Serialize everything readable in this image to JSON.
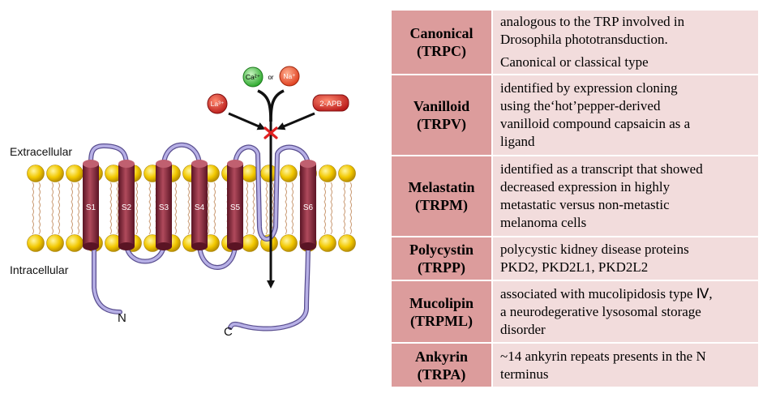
{
  "diagram": {
    "labels": {
      "extracellular": "Extracellular",
      "intracellular": "Intracellular",
      "n_terminus": "N",
      "c_terminus": "C",
      "ion_ca": "Ca²⁺",
      "ion_or": "or",
      "ion_na": "Na⁺",
      "blocker_la": "La³⁺",
      "blocker_2apb": "2-APB"
    },
    "segments": [
      "S1",
      "S2",
      "S3",
      "S4",
      "S5",
      "S6"
    ],
    "colors": {
      "membrane_head": "#f2c800",
      "helix": "#8a2a3c",
      "loop": "#8f87c8",
      "ion_ca_fill": "#2eaa2e",
      "ion_na_fill": "#e04020",
      "blocker_fill": "#c82020",
      "block_mark": "#e02020"
    }
  },
  "table": {
    "rows": [
      {
        "name": "Canonical",
        "abbr": "(TRPC)",
        "desc": [
          "analogous to the TRP involved  in",
          "Drosophila phototransduction."
        ],
        "extra": "Canonical or classical type"
      },
      {
        "name": "Vanilloid",
        "abbr": "(TRPV)",
        "desc": [
          "identified by expression cloning",
          "using the‘hot’pepper-derived",
          "vanilloid compound capsaicin as a",
          "ligand"
        ]
      },
      {
        "name": "Melastatin",
        "abbr": "(TRPM)",
        "desc": [
          "identified as a transcript that showed",
          "decreased expression in highly",
          "metastatic versus non-metastic",
          "melanoma cells"
        ]
      },
      {
        "name": "Polycystin",
        "abbr": "(TRPP)",
        "desc": [
          "polycystic kidney disease proteins",
          "PKD2, PKD2L1, PKD2L2"
        ]
      },
      {
        "name": "Mucolipin",
        "abbr": "(TRPML)",
        "desc": [
          "associated with mucolipidosis type Ⅳ,",
          "a neurodegerative lysosomal storage",
          "disorder"
        ]
      },
      {
        "name": "Ankyrin",
        "abbr": "(TRPA)",
        "desc": [
          "~14 ankyrin repeats presents in the N",
          "terminus"
        ]
      }
    ]
  }
}
